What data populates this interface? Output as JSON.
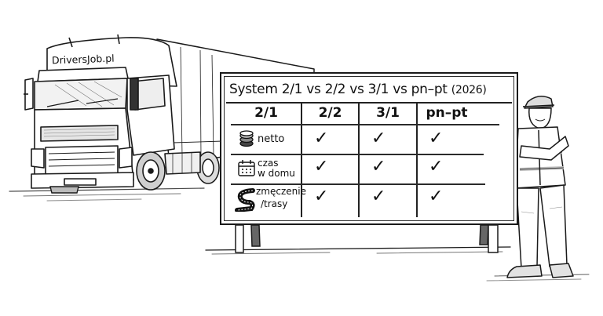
{
  "truck": {
    "brand_label": "DriversJob.pl"
  },
  "board": {
    "title_main": "System 2/1 vs 2/2 vs 3/1 vs pn–pt",
    "title_year": "(2026)",
    "columns": [
      "2/1",
      "2/2",
      "3/1",
      "pn–pt"
    ],
    "rows": [
      {
        "icon": "coins-stack-icon",
        "label_line1": "netto",
        "label_line2": "",
        "marks": [
          "✓",
          "✓",
          "✓"
        ]
      },
      {
        "icon": "calendar-icon",
        "label_line1": "czas",
        "label_line2": "w domu",
        "marks": [
          "✓",
          "✓",
          "✓"
        ]
      },
      {
        "icon": "winding-road-icon",
        "label_line1": "zmęczenie",
        "label_line2": "/trasy",
        "marks": [
          "✓",
          "✓",
          "✓"
        ]
      }
    ]
  },
  "colors": {
    "ink": "#141414",
    "paper": "#ffffff",
    "hatch": "#6a6a6a"
  }
}
